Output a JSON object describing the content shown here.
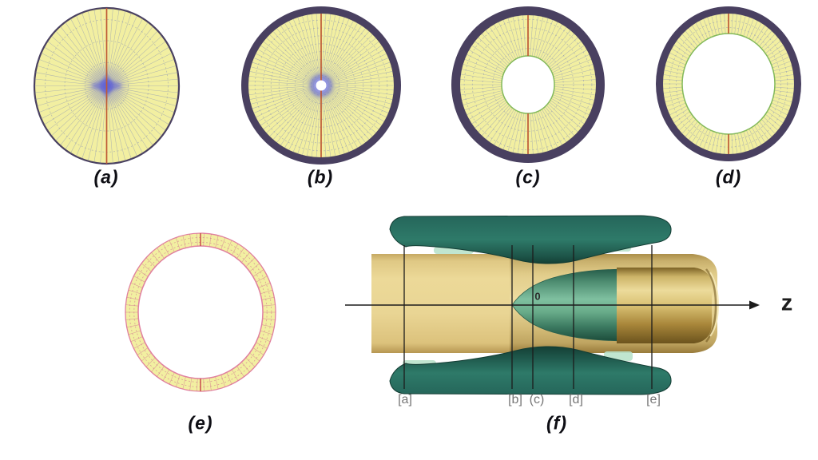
{
  "figure": {
    "panel_labels": {
      "a": "(a)",
      "b": "(b)",
      "c": "(c)",
      "d": "(d)",
      "e": "(e)",
      "f": "(f)"
    },
    "side_view": {
      "axis_label": "z",
      "origin_label": "0",
      "markers": [
        "[a]",
        "[b]",
        "(c)",
        "[d]",
        "[e]"
      ]
    },
    "colors": {
      "mesh_yellow": "#f2efa1",
      "mesh_line_blue": "rgba(104,118,186,0.45)",
      "mesh_line_pink": "rgba(198,82,142,0.55)",
      "dark_ring": "#494060",
      "red_meridian": "#bf5a35",
      "red_seam": "#c94b4b",
      "blue_glow": "#5b5ed8",
      "blue_glow_light": "#8286f2",
      "green_rim": "#83b95a",
      "pink_outline": "#e0809f",
      "teal_electrode_light": "#2e7a69",
      "teal_electrode_dark": "#143f35",
      "tan_tube": "#e9d594",
      "gold_collector": "#c2a254",
      "green_cone": "#7fc0a0",
      "mint_highlight": "#b9e2cb",
      "axis_line": "#1c1c1c",
      "white": "#ffffff"
    }
  }
}
